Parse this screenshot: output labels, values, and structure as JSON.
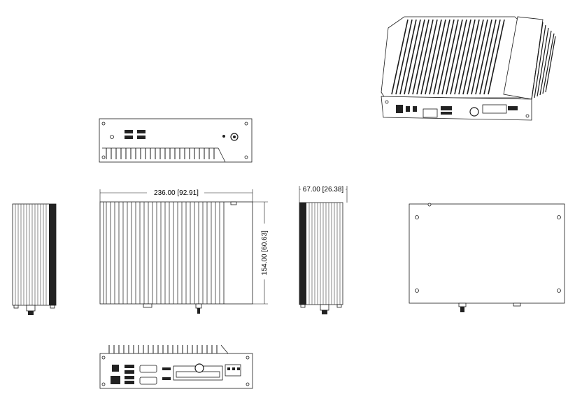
{
  "dimensions": {
    "width": "236.00 [92.91]",
    "depth": "154.00 [60.63]",
    "height": "67.00 [26.38]"
  },
  "colors": {
    "line": "#1a1a1a",
    "fin": "#555555",
    "fill": "#ffffff",
    "dark": "#222222"
  }
}
